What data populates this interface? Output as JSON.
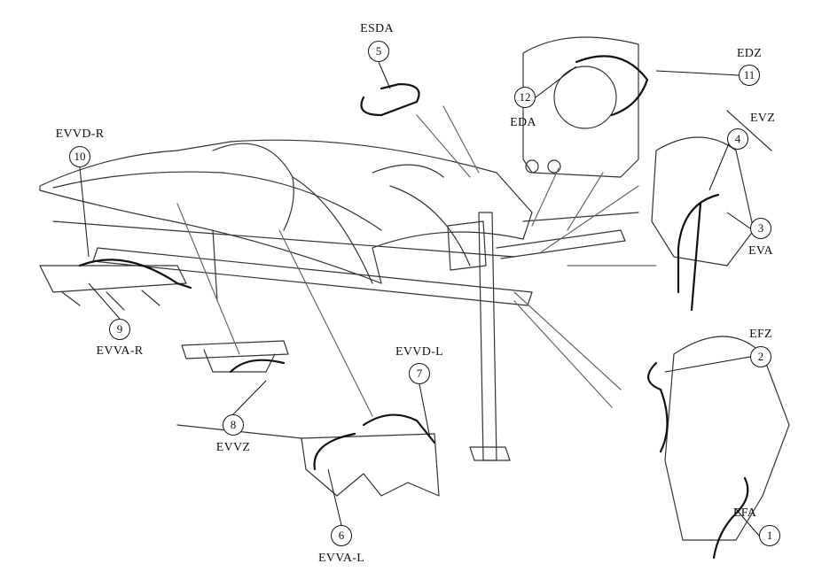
{
  "callouts": [
    {
      "number": "1",
      "code": "EFA"
    },
    {
      "number": "2",
      "code": "EFZ"
    },
    {
      "number": "3",
      "code": "EVA"
    },
    {
      "number": "4",
      "code": "EVZ"
    },
    {
      "number": "5",
      "code": "ESDA"
    },
    {
      "number": "6",
      "code": "EVVA-L"
    },
    {
      "number": "7",
      "code": "EVVD-L"
    },
    {
      "number": "8",
      "code": "EVVZ"
    },
    {
      "number": "9",
      "code": "EVVA-R"
    },
    {
      "number": "10",
      "code": "EVVD-R"
    },
    {
      "number": "11",
      "code": "EDZ"
    },
    {
      "number": "12",
      "code": "EDA"
    }
  ]
}
